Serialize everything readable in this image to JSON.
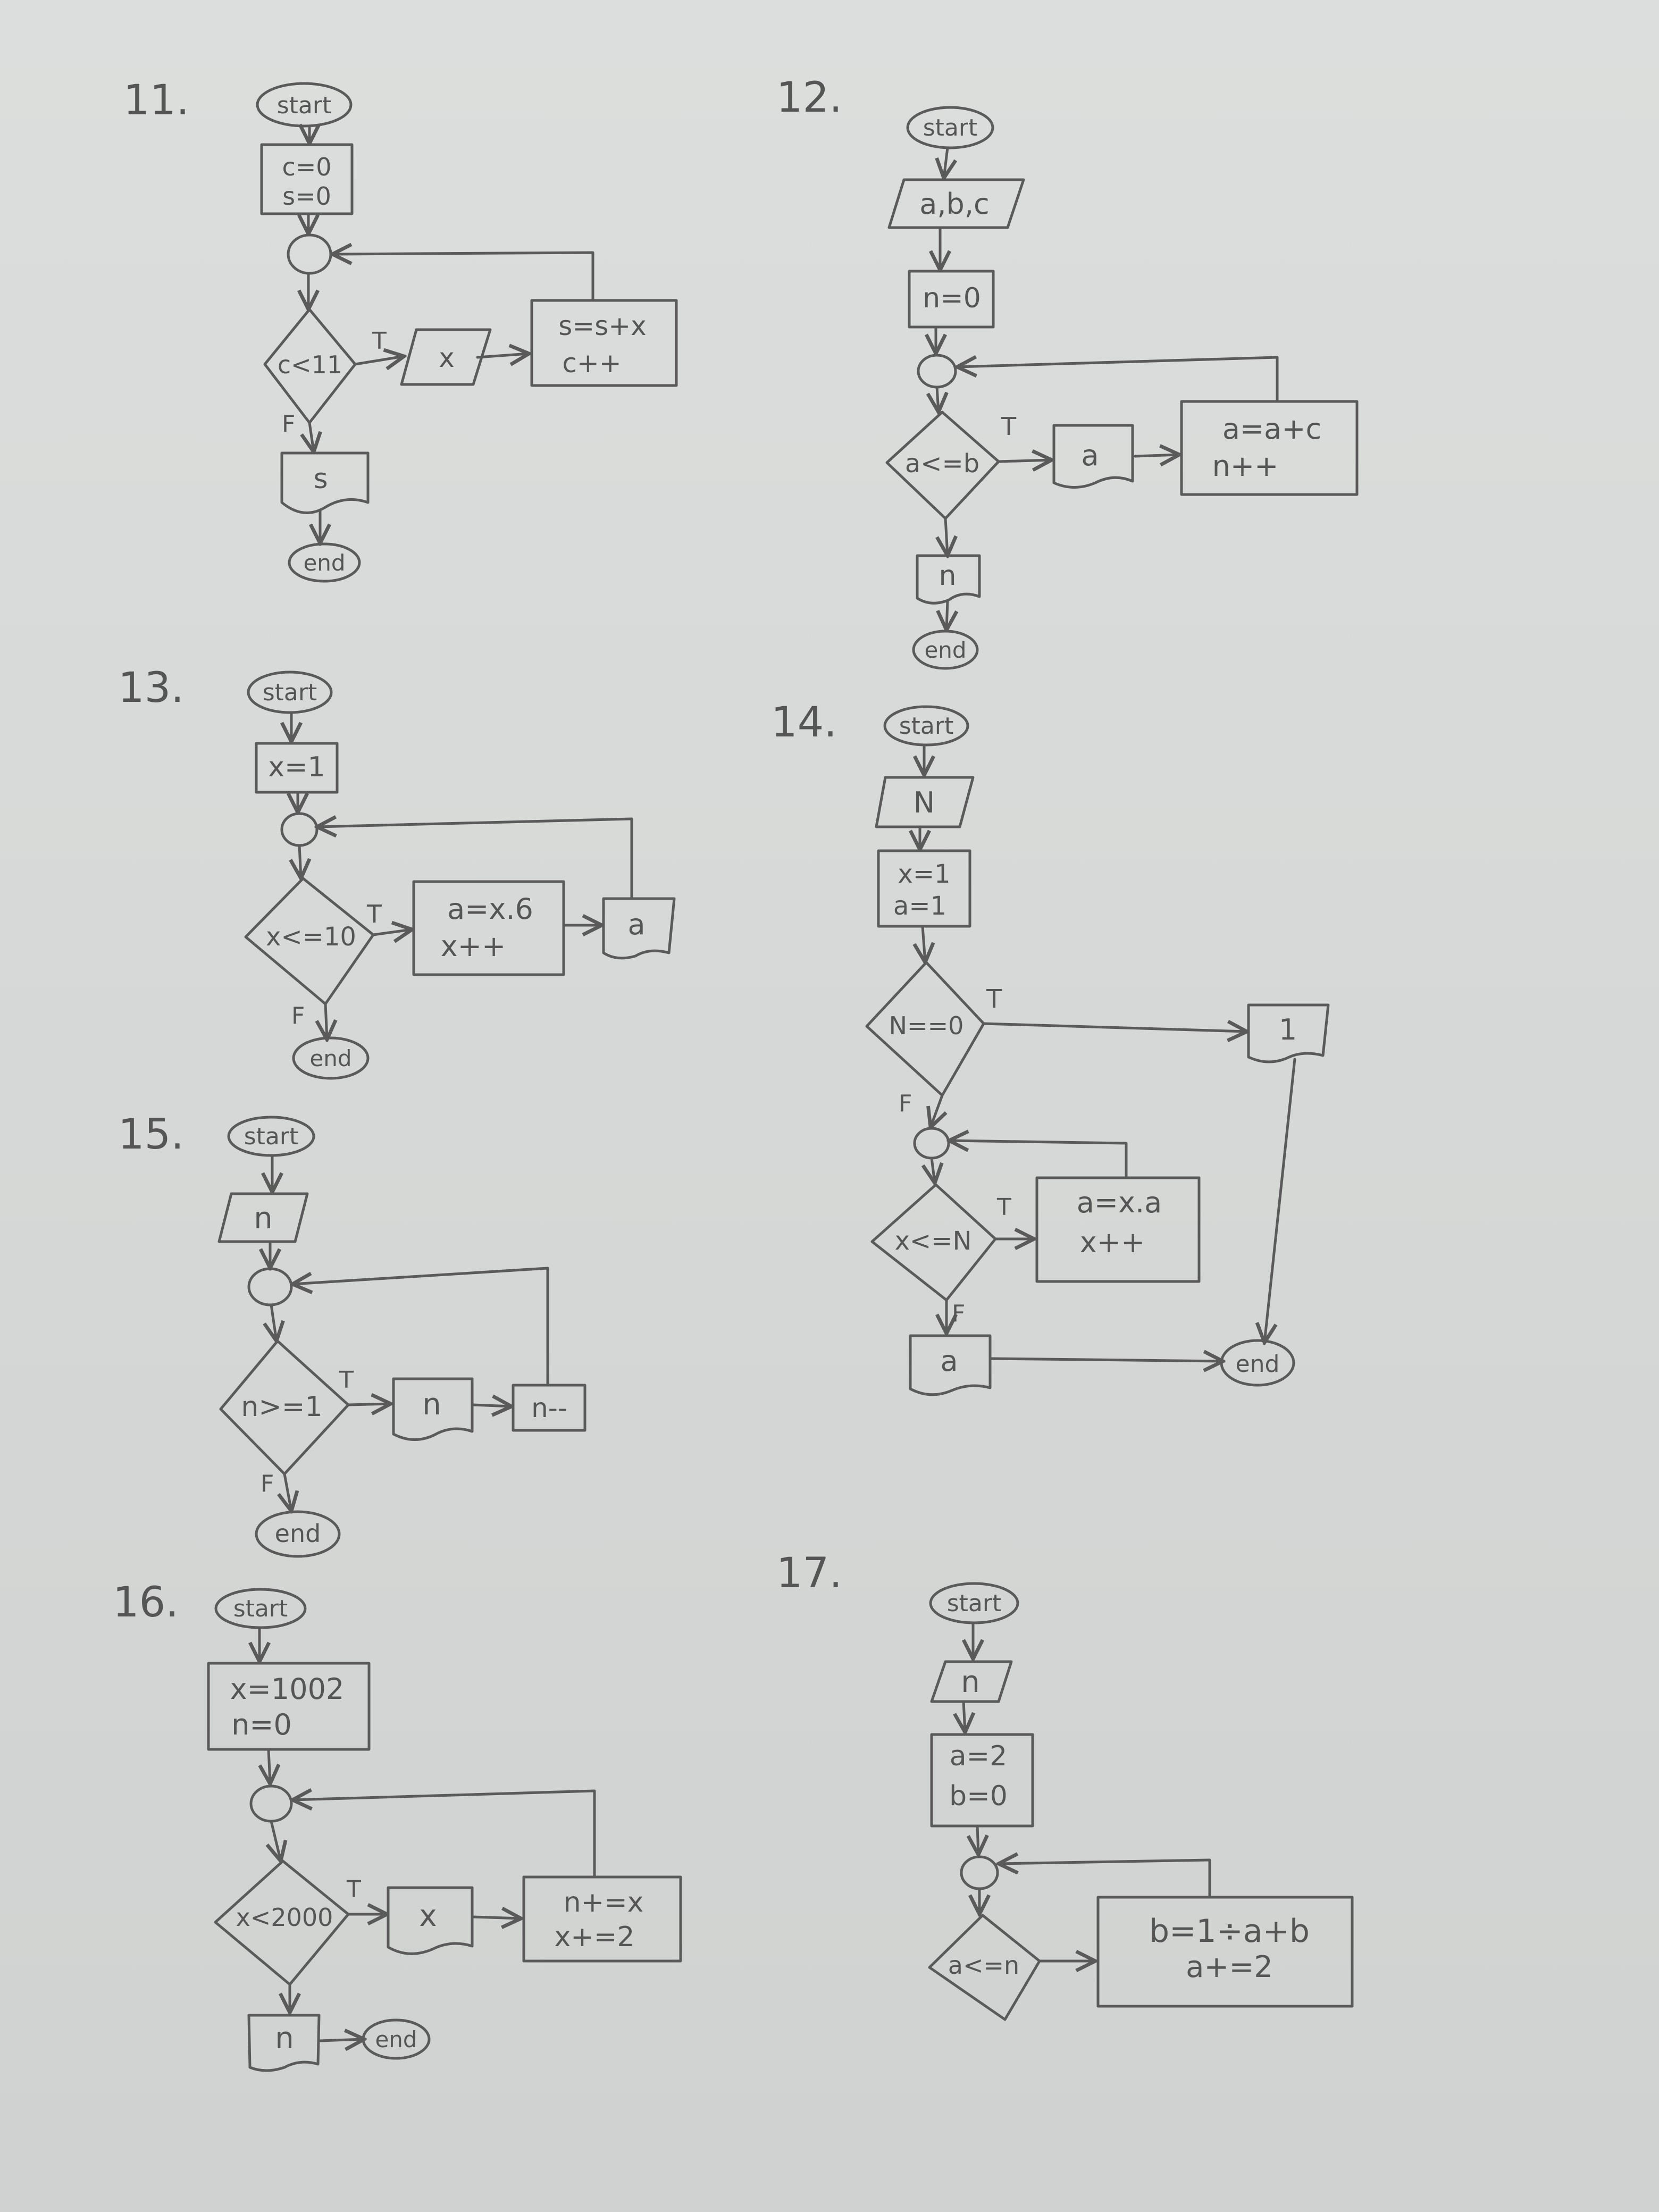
{
  "problems": {
    "p11": {
      "number": "11.",
      "start": "start",
      "init": [
        "c=0",
        "s=0"
      ],
      "condition": "c<11",
      "true_label": "T",
      "false_label": "F",
      "input": "x",
      "body": [
        "s=s+x",
        "c++"
      ],
      "output": "s",
      "end": "end"
    },
    "p12": {
      "number": "12.",
      "start": "start",
      "input": "a,b,c",
      "init": "n=0",
      "condition": "a<=b",
      "true_label": "T",
      "output_loop": "a",
      "body": [
        "a=a+c",
        "n++"
      ],
      "output": "n",
      "end": "end"
    },
    "p13": {
      "number": "13.",
      "start": "start",
      "init": "x=1",
      "condition": "x<=10",
      "true_label": "T",
      "false_label": "F",
      "body": [
        "a=x.6",
        "x++"
      ],
      "output": "a",
      "end": "end"
    },
    "p14": {
      "number": "14.",
      "start": "start",
      "input": "N",
      "init": [
        "x=1",
        "a=1"
      ],
      "condition1": "N==0",
      "true_label1": "T",
      "false_label1": "F",
      "output1": "1",
      "condition2": "x<=N",
      "true_label2": "T",
      "false_label2": "F",
      "body": [
        "a=x.a",
        "x++"
      ],
      "output2": "a",
      "end": "end"
    },
    "p15": {
      "number": "15.",
      "start": "start",
      "input": "n",
      "condition": "n>=1",
      "true_label": "T",
      "false_label": "F",
      "output": "n",
      "body": "n--",
      "end": "end"
    },
    "p16": {
      "number": "16.",
      "start": "start",
      "init": [
        "x=1002",
        "n=0"
      ],
      "condition": "x<2000",
      "true_label": "T",
      "output_loop": "x",
      "body": [
        "n+=x",
        "x+=2"
      ],
      "output": "n",
      "end": "end"
    },
    "p17": {
      "number": "17.",
      "start": "start",
      "input": "n",
      "init": [
        "a=2",
        "b=0"
      ],
      "condition": "a<=n",
      "body": [
        "b=1÷a+b",
        "a+=2"
      ]
    }
  }
}
